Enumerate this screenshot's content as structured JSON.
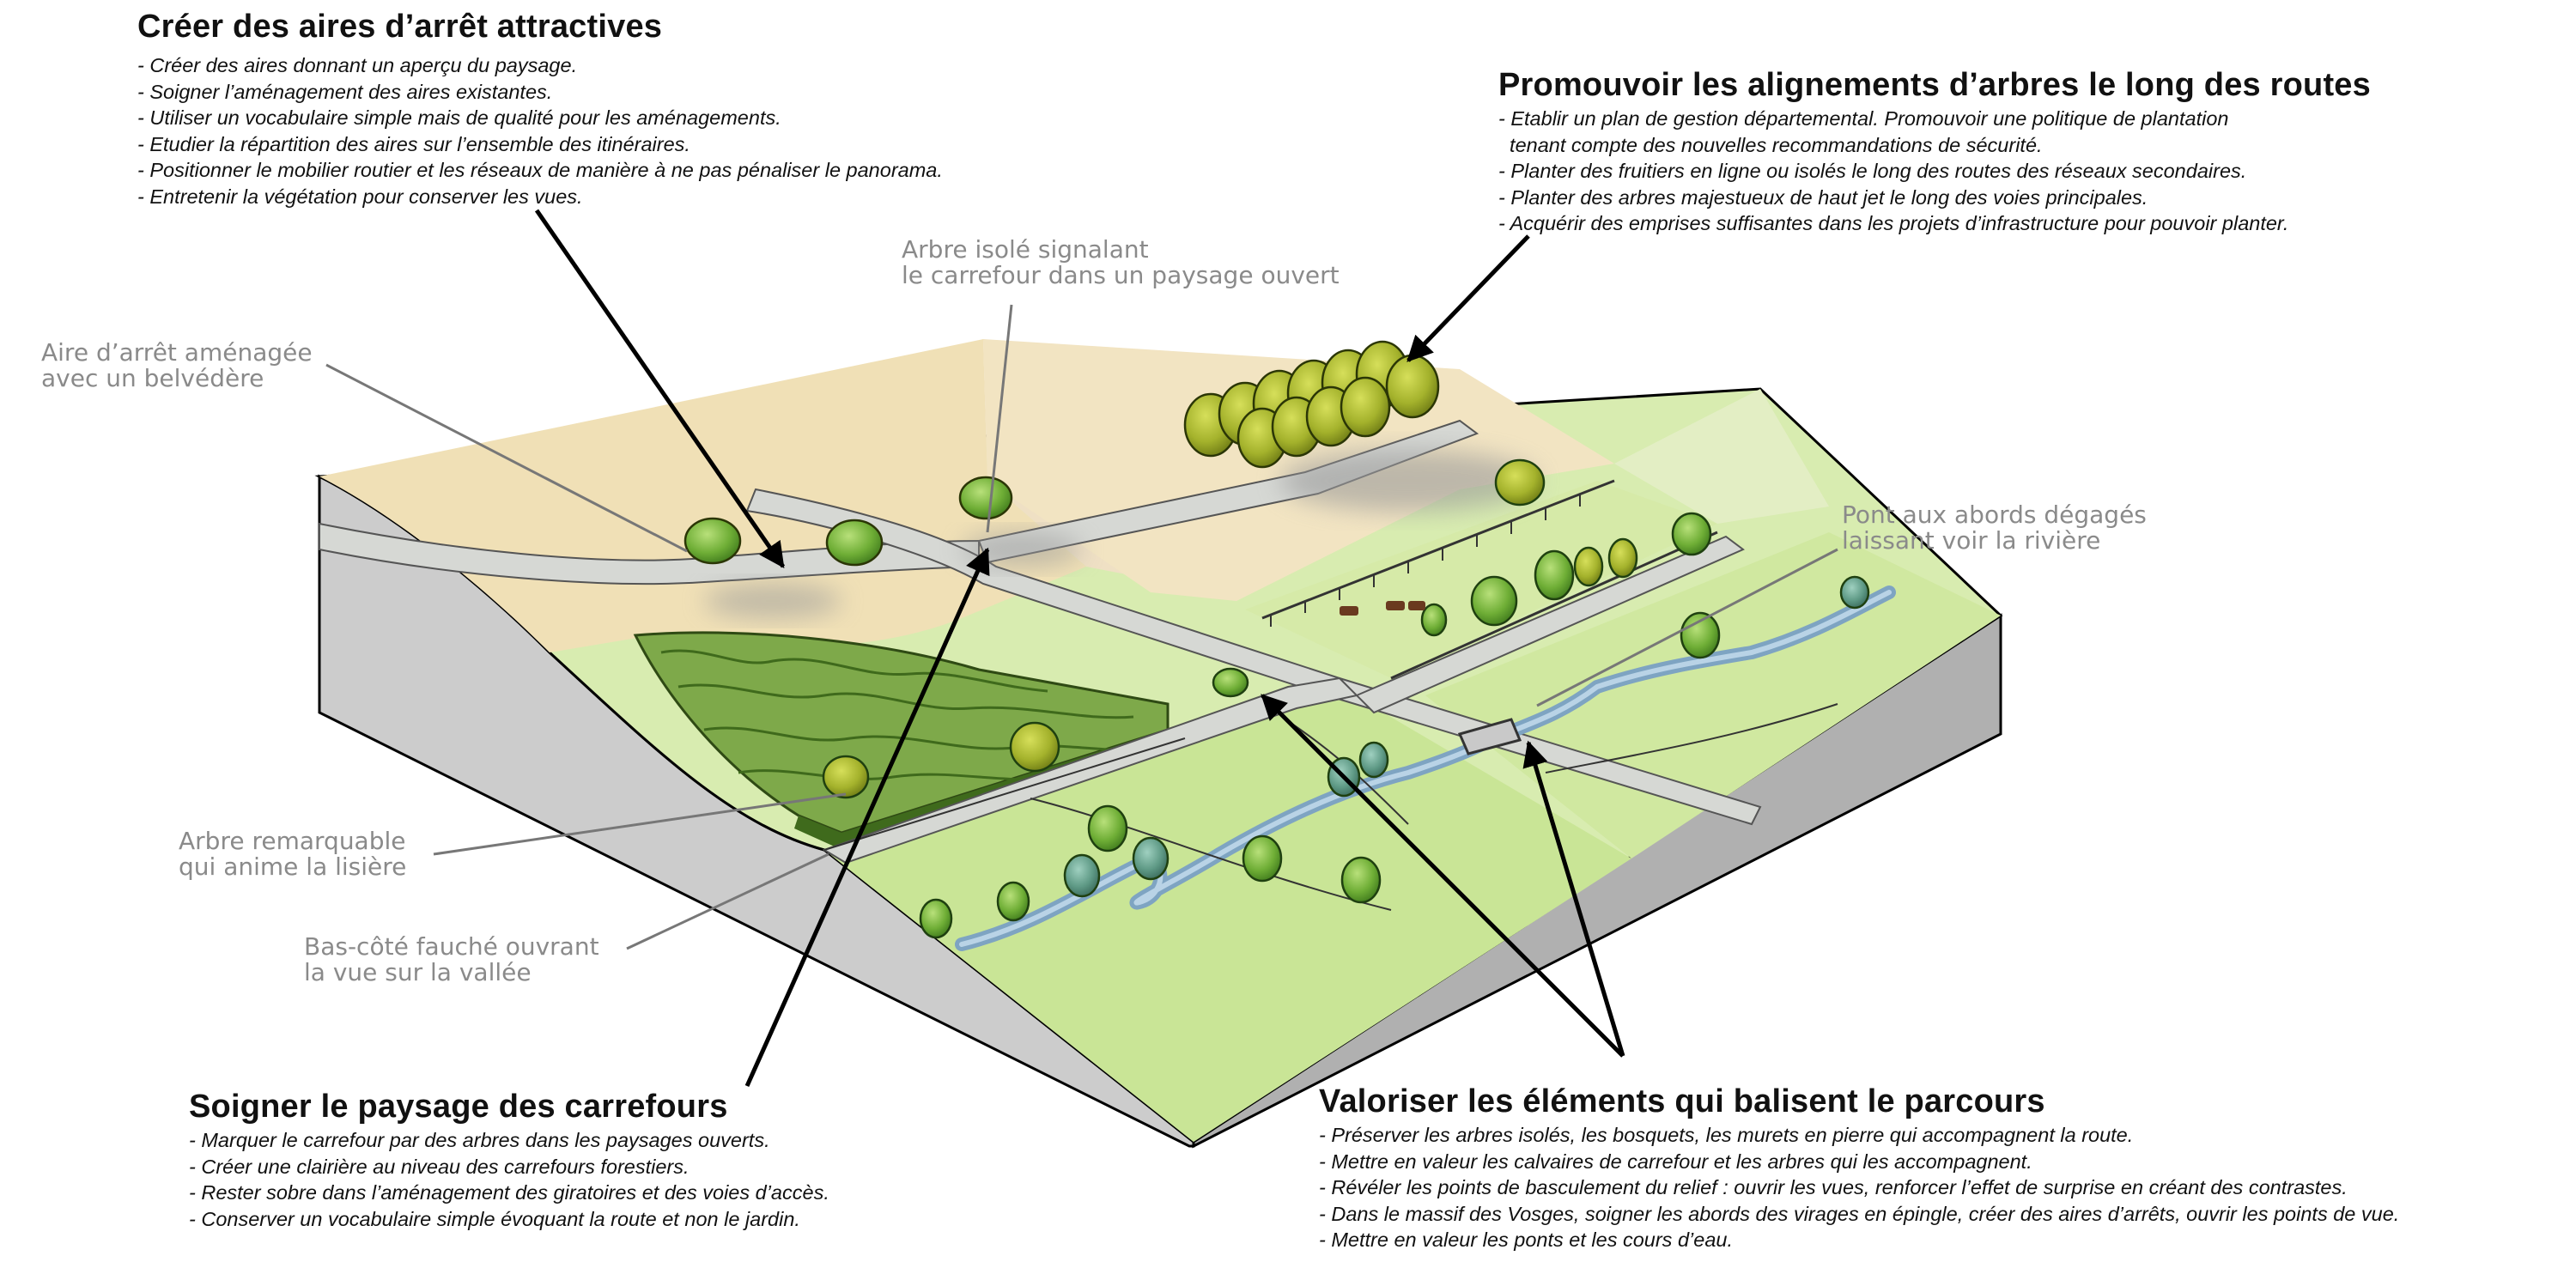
{
  "blocks": {
    "aires": {
      "title": "Créer des aires d’arrêt attractives",
      "items": [
        "- Créer des aires donnant un aperçu du paysage.",
        "- Soigner l’aménagement des aires existantes.",
        "- Utiliser un vocabulaire simple mais de qualité pour les aménagements.",
        "- Etudier la répartition des aires sur l’ensemble des itinéraires.",
        "- Positionner le mobilier routier et les réseaux de manière à ne pas pénaliser le panorama.",
        "- Entretenir la végétation pour conserver les vues."
      ]
    },
    "alignements": {
      "title": "Promouvoir les alignements d’arbres le long des routes",
      "items": [
        "- Etablir un plan de gestion départemental. Promouvoir une politique de plantation",
        "  tenant compte des nouvelles recommandations de sécurité.",
        "- Planter des fruitiers en ligne ou isolés le long des routes des réseaux secondaires.",
        "- Planter des arbres majestueux de haut jet le long des voies principales.",
        "- Acquérir des emprises suffisantes dans les projets d’infrastructure pour pouvoir planter."
      ]
    },
    "carrefours": {
      "title": "Soigner le paysage des carrefours",
      "items": [
        "- Marquer le carrefour par des arbres dans les paysages ouverts.",
        "- Créer une clairière au niveau des carrefours forestiers.",
        "- Rester sobre dans l’aménagement des giratoires et des voies d’accès.",
        "- Conserver un vocabulaire simple évoquant la route et non le jardin."
      ]
    },
    "valoriser": {
      "title": "Valoriser les éléments qui balisent le parcours",
      "items": [
        "- Préserver les arbres isolés, les bosquets, les murets en pierre qui accompagnent la route.",
        "- Mettre en valeur les calvaires de carrefour et les arbres qui les accompagnent.",
        "- Révéler les points de basculement du relief : ouvrir les vues, renforcer l’effet de surprise en créant des contrastes.",
        "- Dans le massif des Vosges, soigner les abords des virages en épingle, créer des aires d’arrêts, ouvrir les points de vue.",
        "- Mettre en valeur les ponts et les cours d’eau."
      ]
    }
  },
  "labels": {
    "aire_arret": "Aire d’arrêt aménagée\navec un belvédère",
    "arbre_isole": "Arbre isolé signalant\nle carrefour dans un paysage ouvert",
    "pont": "Pont aux abords dégagés\nlaissant voir la rivière",
    "arbre_remarquable": "Arbre remarquable\nqui anime la lisière",
    "bas_cote": "Bas-côté fauché ouvrant\nla vue sur la vallée"
  },
  "colors": {
    "meadow": "#cfe6a0",
    "meadow_light": "#e6f1c8",
    "field": "#f1e2bf",
    "field_pale": "#efe6d4",
    "forest": "#6f9a3c",
    "road": "#d7d9d5",
    "river": "#8fb3cf",
    "side_left": "#cfcfcf",
    "side_front": "#b3b3b3",
    "tree": "#a7b52e",
    "arrow": "#000000",
    "leader": "#777777"
  }
}
